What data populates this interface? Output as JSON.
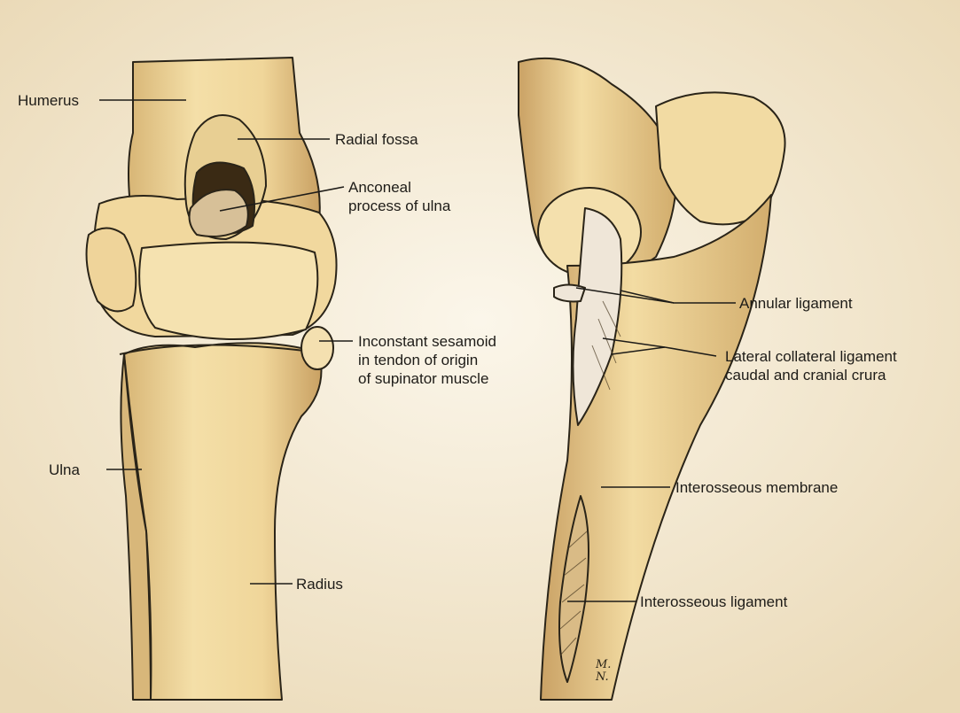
{
  "left_view": {
    "labels": {
      "humerus": "Humerus",
      "radial_fossa": "Radial fossa",
      "anconeal_process": "Anconeal\nprocess of ulna",
      "sesamoid": "Inconstant sesamoid\nin tendon of origin\nof supinator muscle",
      "ulna": "Ulna",
      "radius": "Radius"
    }
  },
  "right_view": {
    "labels": {
      "annular_ligament": "Annular ligament",
      "lateral_collateral": "Lateral collateral ligament\ncaudal and cranial crura",
      "interosseous_membrane": "Interosseous membrane",
      "interosseous_ligament": "Interosseous ligament"
    },
    "signature": "M.\nN."
  },
  "colors": {
    "background": "#f6efde",
    "bone": "#f0d9a0",
    "bone_shadow": "#d9b97a",
    "outline": "#2a2418",
    "ligament": "#efe6d8"
  }
}
